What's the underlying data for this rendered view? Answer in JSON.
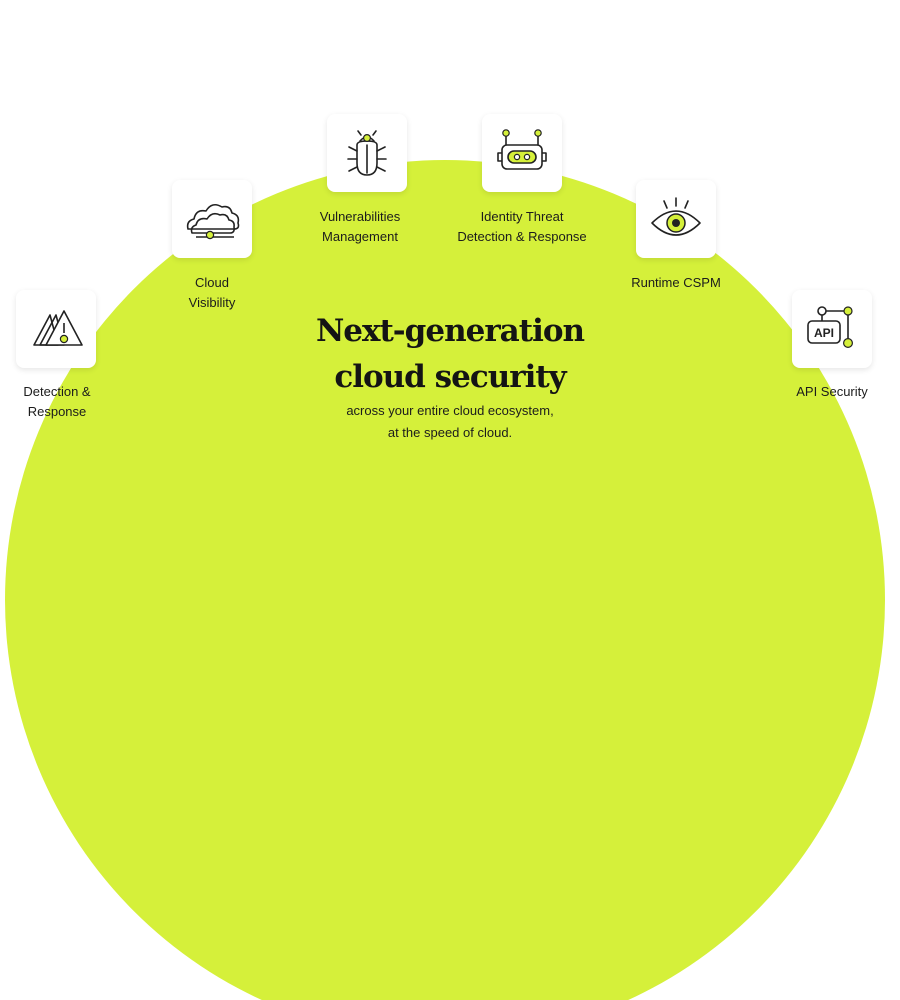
{
  "colors": {
    "accent": "#d5f03a",
    "ink": "#1c1c1c",
    "card": "#ffffff"
  },
  "headline": "Next-generation\ncloud security",
  "subheadline": "across your entire cloud ecosystem,\nat the speed of cloud.",
  "features": [
    {
      "label": "Detection &\nResponse",
      "icon": "warning-triangles-icon"
    },
    {
      "label": "Cloud\nVisibility",
      "icon": "cloud-icon"
    },
    {
      "label": "Vulnerabilities\nManagement",
      "icon": "bug-icon"
    },
    {
      "label": "Identity Threat\nDetection & Response",
      "icon": "robot-icon"
    },
    {
      "label": "Runtime CSPM",
      "icon": "eye-icon"
    },
    {
      "label": "API Security",
      "icon": "api-icon"
    }
  ]
}
